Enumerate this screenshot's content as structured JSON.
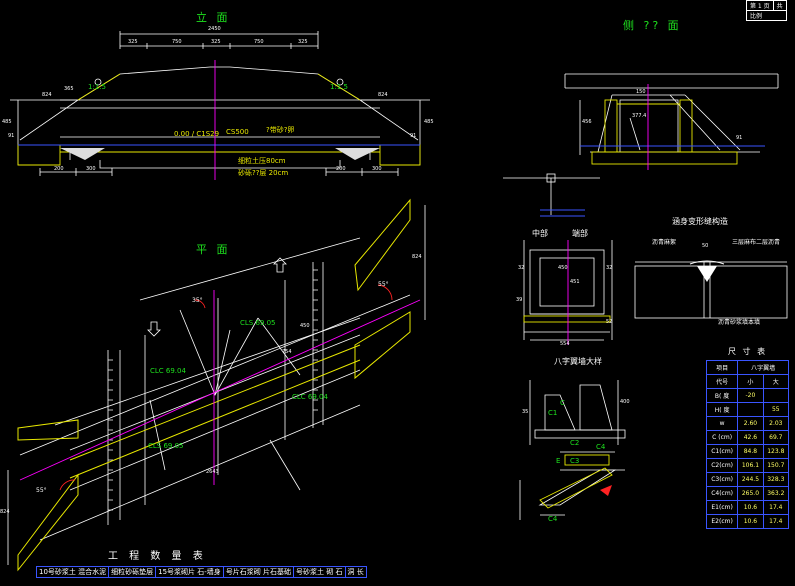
{
  "elevation": {
    "title": "立 面",
    "total_width": "2450",
    "segments": [
      "325",
      "750",
      "325",
      "750",
      "325"
    ],
    "left_dims": [
      "824",
      "365",
      "1:1.5"
    ],
    "right_dims": [
      "1:1.5",
      "824"
    ],
    "side_heights": [
      "485",
      "485"
    ],
    "base_heights": [
      "91",
      "91"
    ],
    "note_1": "0.00 / C1S29",
    "note_2": "CS500",
    "note_3": "?带砂?卵",
    "note_4": "细粒土压80cm",
    "note_5": "砂砾??层 20cm",
    "bottom_dims_left": [
      "200",
      "300"
    ],
    "bottom_dims_right": [
      "200",
      "300"
    ]
  },
  "side_section": {
    "title": "侧 ?? 面",
    "left_height": "456",
    "right_height": "91",
    "inner_dim": "377.4",
    "top_dim": "150"
  },
  "plan": {
    "title": "平 面",
    "angle_1": "35°",
    "angle_2": "55°",
    "angle_3": "55°",
    "label_1": "CLS 69.05",
    "label_2": "CLC 69.04",
    "label_3": "CLS 69.05",
    "label_4": "CLC 69.04",
    "length": "2643",
    "dim_right": "824",
    "dim_left": "824",
    "dim_mid": "754",
    "dim_mid2": "450"
  },
  "cross_section": {
    "label_mid": "中部",
    "label_end": "端部",
    "dim_width": "450",
    "dim_height": "451",
    "dim_side": "32",
    "dim_bottom": "554",
    "dim_left_bottom": "39",
    "dim_right_bottom": "52",
    "dim_top_left": "32"
  },
  "joint_detail": {
    "title": "涵身变形缝构造",
    "label_left": "沥青麻絮",
    "label_right": "三层麻布二层沥青",
    "label_bottom": "沥青砂浆填本填",
    "dim": "50"
  },
  "wingwall": {
    "title": "八字翼墙大样",
    "dims": [
      "C",
      "C1",
      "C2",
      "C3",
      "C4",
      "E",
      "400",
      "35",
      "C4"
    ]
  },
  "size_table": {
    "title": "尺 寸 表",
    "header": [
      "项目",
      "八字翼墙"
    ],
    "sub_header": [
      "代号",
      "小",
      "大"
    ],
    "rows": [
      [
        "B( 度",
        "-20",
        ""
      ],
      [
        "H( 度",
        "",
        "55"
      ],
      [
        "w",
        "2.60",
        "2.03"
      ],
      [
        "C (cm)",
        "42.6",
        "69.7"
      ],
      [
        "C1(cm)",
        "84.8",
        "123.8"
      ],
      [
        "C2(cm)",
        "106.1",
        "150.7"
      ],
      [
        "C3(cm)",
        "244.5",
        "328.3"
      ],
      [
        "C4(cm)",
        "265.0",
        "363.2"
      ],
      [
        "E1(cm)",
        "10.6",
        "17.4"
      ],
      [
        "E2(cm)",
        "10.6",
        "17.4"
      ]
    ]
  },
  "quantity_table": {
    "title": "工 程 数 量 表",
    "headers": [
      "10号砂浆土 混合水泥",
      "细粒砂砾垫层",
      "15号浆砌片 石-墙身",
      "号片石浆砌 片石基础",
      "号砂浆土 砌 石",
      "洞 长"
    ]
  },
  "title_block": {
    "sheet": "第 1 页",
    "total": "共",
    "scale": "比例"
  },
  "colors": {
    "background": "#000000",
    "line_white": "#ffffff",
    "line_yellow": "#e8e800",
    "line_magenta": "#ff00ff",
    "text_green": "#1ee11e",
    "table_blue": "#3a55ff"
  }
}
